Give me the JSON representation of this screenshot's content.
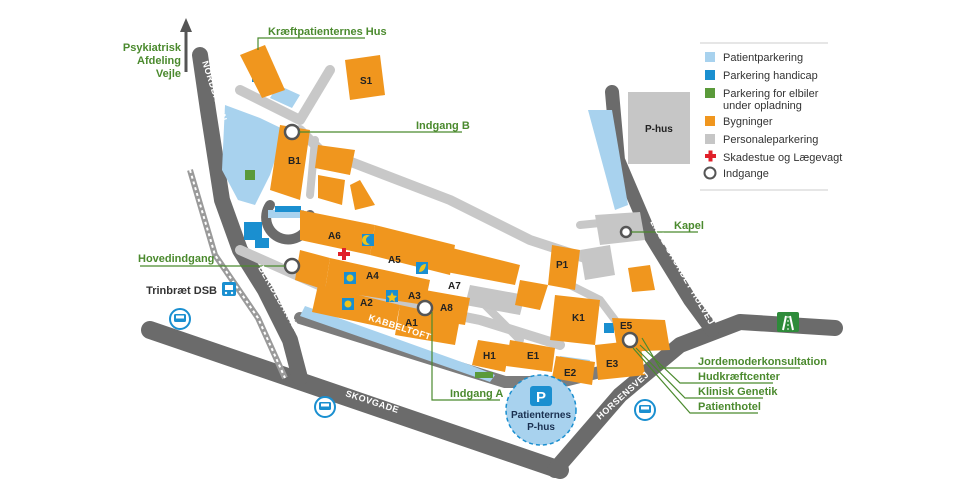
{
  "colors": {
    "patient_parking": "#a8d2ee",
    "handicap_parking": "#1a8fd0",
    "ev_parking": "#5a9a3a",
    "buildings": "#f0961e",
    "staff_parking": "#c6c6c6",
    "emergency": "#e0202a",
    "entrance_ring": "#555555",
    "road_main": "#6b6b6b",
    "road_inner": "#c8c8c8",
    "callout_text": "#4b8a2e"
  },
  "legend": [
    {
      "icon": "patient-parking-swatch",
      "label": "Patientparkering"
    },
    {
      "icon": "handicap-parking-swatch",
      "label": "Parkering handicap"
    },
    {
      "icon": "ev-parking-swatch",
      "label": "Parkering for elbiler under opladning"
    },
    {
      "icon": "buildings-swatch",
      "label": "Bygninger"
    },
    {
      "icon": "staff-parking-swatch",
      "label": "Personaleparkering"
    },
    {
      "icon": "emergency-cross-icon",
      "label": "Skadestue og Lægevagt"
    },
    {
      "icon": "entrance-circle-icon",
      "label": "Indgange"
    }
  ],
  "legend_ev_lines": [
    "Parkering for elbiler",
    "under opladning"
  ],
  "callouts": {
    "psychiatric": [
      "Psykiatrisk",
      "Afdeling",
      "Vejle"
    ],
    "cancer_house": "Kræftpatienternes Hus",
    "entrance_b": "Indgang B",
    "main_entrance": "Hovedindgang",
    "train_stop": "Trinbræt DSB",
    "entrance_a": "Indgang A",
    "chapel": "Kapel",
    "midwife": "Jordemoderkonsultation",
    "skin_cancer": "Hudkræftcenter",
    "genetics": "Klinisk Genetik",
    "patient_hotel": "Patienthotel"
  },
  "buildings": {
    "s1": "S1",
    "b1": "B1",
    "a6": "A6",
    "a5": "A5",
    "a4": "A4",
    "a7": "A7",
    "a2": "A2",
    "a3": "A3",
    "a8": "A8",
    "a1": "A1",
    "h1": "H1",
    "e1": "E1",
    "e2": "E2",
    "e3": "E3",
    "e5": "E5",
    "k1": "K1",
    "p1": "P1",
    "phus": "P-hus"
  },
  "parking_house": {
    "symbol": "P",
    "lines": [
      "Patienternes",
      "P-hus"
    ]
  },
  "streets": {
    "nordbanen": "NORDBANEN",
    "beridebakken": "BERIDEBAKKEN",
    "kabbeltoft": "KABBELTOFT",
    "skovgade": "SKOVGADE",
    "horsensvej": "HORSENSVEJ",
    "lille_grundet": "LILLE GRUNDET HULVEJ"
  },
  "icons": [
    "north-arrow-icon",
    "bus-stop-icon",
    "train-icon",
    "motorway-icon",
    "emergency-cross-icon"
  ]
}
